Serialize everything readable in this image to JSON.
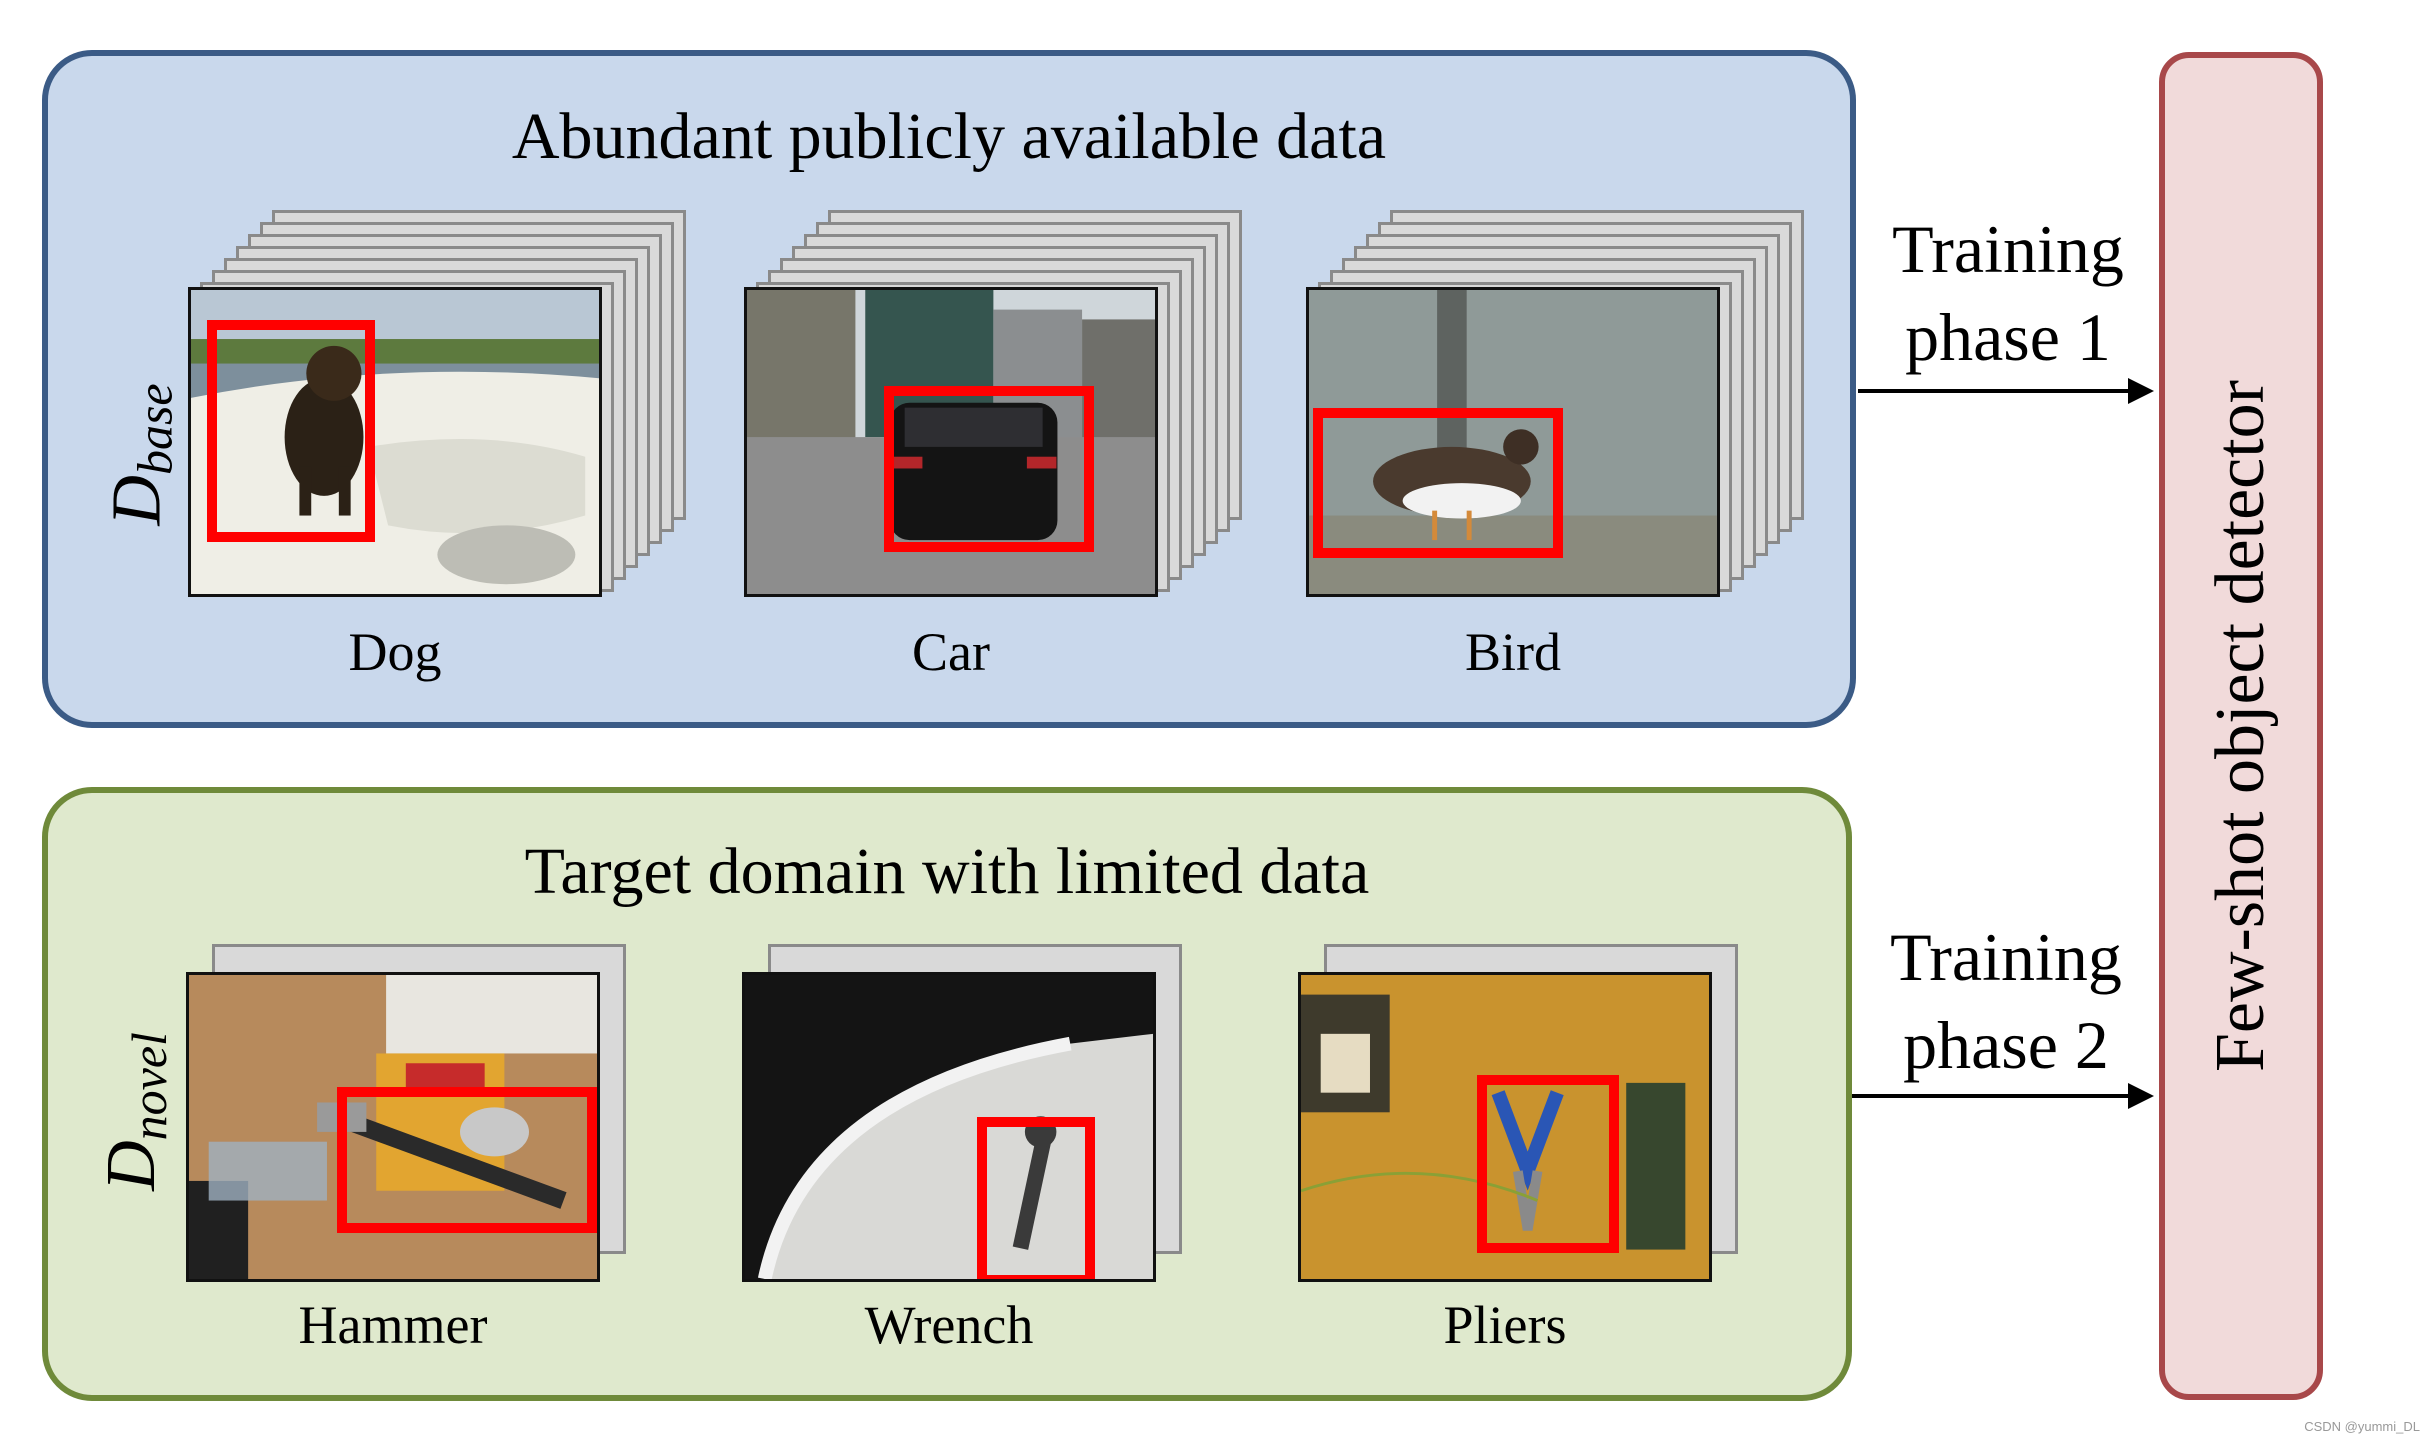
{
  "base_panel": {
    "title": "Abundant publicly available data",
    "dataset_label": "D",
    "dataset_subscript": "base",
    "categories": [
      "Dog",
      "Car",
      "Bird"
    ],
    "border_color": "#3b5b86",
    "fill_color": "#c9d8ec"
  },
  "novel_panel": {
    "title": "Target domain with limited data",
    "dataset_label": "D",
    "dataset_subscript": "novel",
    "categories": [
      "Hammer",
      "Wrench",
      "Pliers"
    ],
    "border_color": "#6f8a3a",
    "fill_color": "#dfe9cd"
  },
  "training": {
    "phase1_line1": "Training",
    "phase1_line2": "phase 1",
    "phase2_line1": "Training",
    "phase2_line2": "phase 2"
  },
  "detector": {
    "label": "Few-shot object detector",
    "border_color": "#a8484a",
    "fill_color": "#f1dada"
  },
  "bbox_color": "#ff0000",
  "watermark": "CSDN @yummi_DL"
}
